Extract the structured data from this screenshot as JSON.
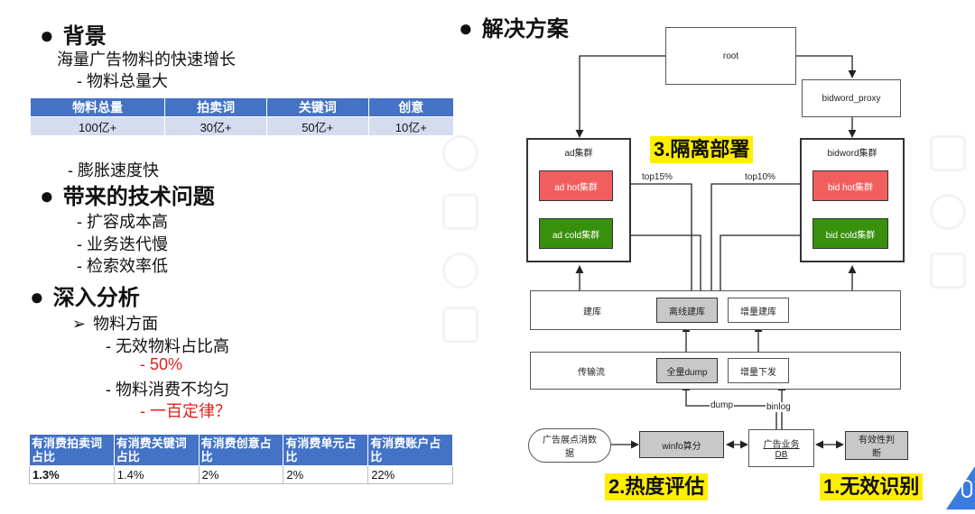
{
  "left": {
    "background": {
      "title": "背景",
      "line1": "海量广告物料的快速增长",
      "line2": "- 物料总量大",
      "line3": "- 膨胀速度快"
    },
    "table1": {
      "headers": [
        "物料总量",
        "拍卖词",
        "关键词",
        "创意"
      ],
      "values": [
        "100亿+",
        "30亿+",
        "50亿+",
        "10亿+"
      ]
    },
    "problems": {
      "title": "带来的技术问题",
      "items": [
        "-   扩容成本高",
        "-   业务迭代慢",
        "-   检索效率低"
      ]
    },
    "analysis": {
      "title": "深入分析",
      "sub": "物料方面",
      "item1": "-    无效物料占比高",
      "item1_val": "-    50%",
      "item2": "-    物料消费不均匀",
      "item2_val": "-    一百定律？"
    },
    "table2": {
      "headers": [
        "有消费拍卖词占比",
        "有消费关键词占比",
        "有消费创意占比",
        "有消费单元占比",
        "有消费账户占比"
      ],
      "values": [
        "1.3%",
        "1.4%",
        "2%",
        "2%",
        "22%"
      ]
    }
  },
  "right": {
    "title": "解决方案",
    "nodes": {
      "root": "root",
      "bidword_proxy": "bidword_proxy",
      "ad_cluster": "ad集群",
      "bidword_cluster": "bidword集群",
      "ad_hot": "ad hot集群",
      "ad_cold": "ad cold集群",
      "bid_hot": "bid hot集群",
      "bid_cold": "bid cold集群",
      "build_lib": "建库",
      "offline_build": "离线建库",
      "incremental_build": "增量建库",
      "transport": "传输流",
      "full_dump": "全量dump",
      "incremental_send": "增量下发",
      "ad_show_data": "广告展点消数据",
      "winfo": "winfo算分",
      "ad_business_db_1": "广告业务",
      "ad_business_db_2": "DB",
      "validity": "有效性判断"
    },
    "edge_labels": {
      "top15": "top15%",
      "top10": "top10%",
      "dump": "dump",
      "binlog": "binlog"
    },
    "highlights": {
      "isolation": "3.隔离部署",
      "heat": "2.热度评估",
      "invalid": "1.无效识别"
    },
    "colors": {
      "hot": "#f25e5e",
      "cold": "#38900c",
      "highlight": "#ffee00",
      "header_blue": "#4472c4"
    }
  }
}
